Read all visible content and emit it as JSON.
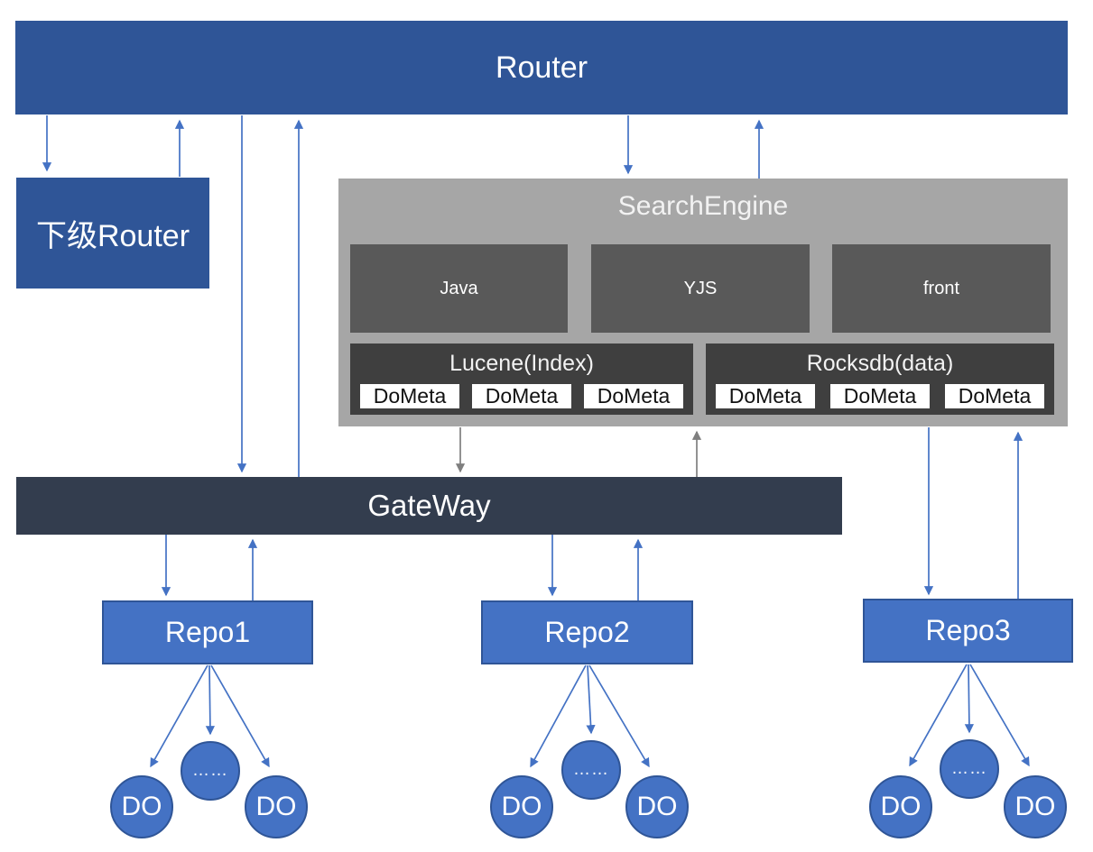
{
  "diagram": {
    "router": "Router",
    "sub_router": "下级Router",
    "search_engine": {
      "title": "SearchEngine",
      "modules": [
        "Java",
        "YJS",
        "front"
      ],
      "stores": [
        {
          "title": "Lucene(Index)",
          "items": [
            "DoMeta",
            "DoMeta",
            "DoMeta"
          ]
        },
        {
          "title": "Rocksdb(data)",
          "items": [
            "DoMeta",
            "DoMeta",
            "DoMeta"
          ]
        }
      ]
    },
    "gateway": "GateWay",
    "repos": [
      {
        "title": "Repo1",
        "nodes": [
          "DO",
          "……",
          "DO"
        ]
      },
      {
        "title": "Repo2",
        "nodes": [
          "DO",
          "……",
          "DO"
        ]
      },
      {
        "title": "Repo3",
        "nodes": [
          "DO",
          "……",
          "DO"
        ]
      }
    ]
  },
  "colors": {
    "primary_blue": "#2F5597",
    "mid_blue": "#4472C4",
    "navy": "#333D4E",
    "container_gray": "#A6A6A6",
    "module_gray": "#595959",
    "store_gray": "#3F3F3F",
    "arrow_blue": "#4472C4",
    "arrow_gray": "#7F7F7F",
    "white": "#FFFFFF"
  }
}
